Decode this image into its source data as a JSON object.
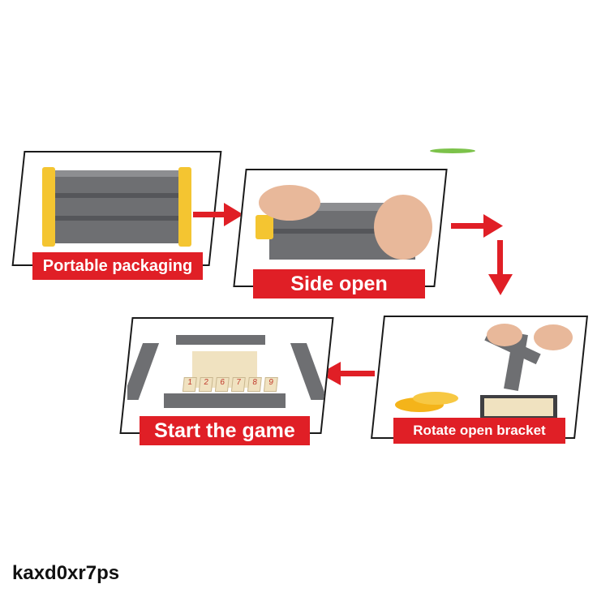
{
  "steps": [
    {
      "label": "Portable packaging"
    },
    {
      "label": "Side open"
    },
    {
      "label": "Rotate open bracket"
    },
    {
      "label": "Start the game"
    }
  ],
  "tile_numbers": [
    "1",
    "2",
    "6",
    "7",
    "8",
    "9"
  ],
  "watermark": "kaxd0xr7ps",
  "colors": {
    "accent": "#e01f26",
    "case": "#6e6f72",
    "end_cap": "#f4c531",
    "tile": "#f0e2c0"
  }
}
